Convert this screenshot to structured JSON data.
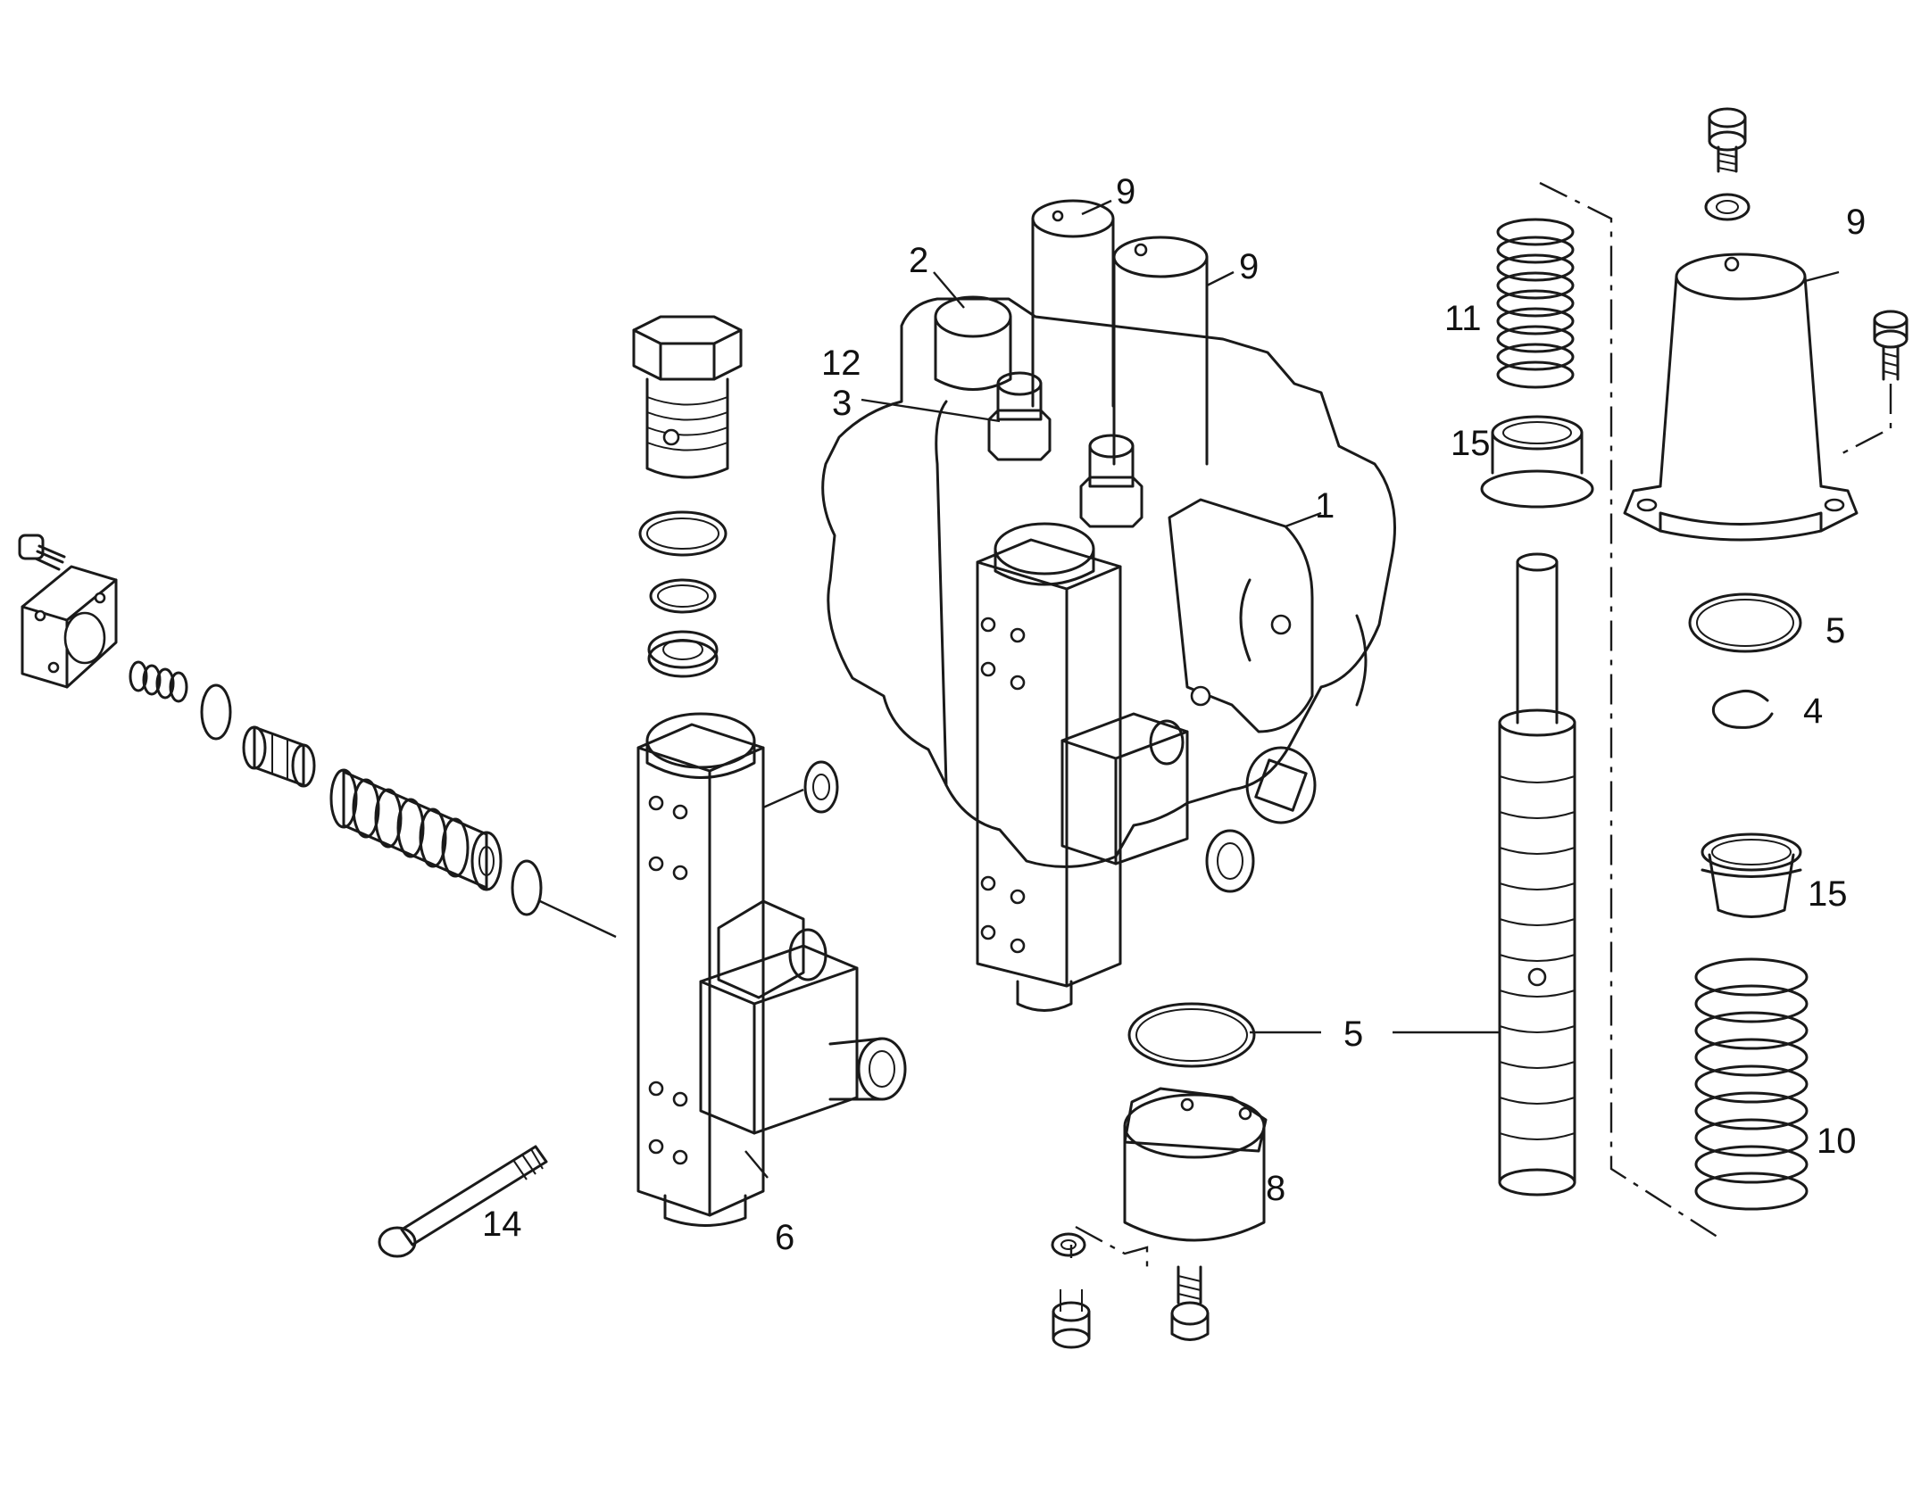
{
  "diagram": {
    "parts": [
      {
        "id": "p1",
        "label": "1"
      },
      {
        "id": "p2",
        "label": "2"
      },
      {
        "id": "p3",
        "label": "3"
      },
      {
        "id": "p4",
        "label": "4"
      },
      {
        "id": "p5a",
        "label": "5"
      },
      {
        "id": "p5b",
        "label": "5"
      },
      {
        "id": "p6",
        "label": "6"
      },
      {
        "id": "p8",
        "label": "8"
      },
      {
        "id": "p9a",
        "label": "9"
      },
      {
        "id": "p9b",
        "label": "9"
      },
      {
        "id": "p9c",
        "label": "9"
      },
      {
        "id": "p10",
        "label": "10"
      },
      {
        "id": "p11",
        "label": "11"
      },
      {
        "id": "p12",
        "label": "12"
      },
      {
        "id": "p14",
        "label": "14"
      },
      {
        "id": "p15a",
        "label": "15"
      },
      {
        "id": "p15b",
        "label": "15"
      }
    ]
  }
}
